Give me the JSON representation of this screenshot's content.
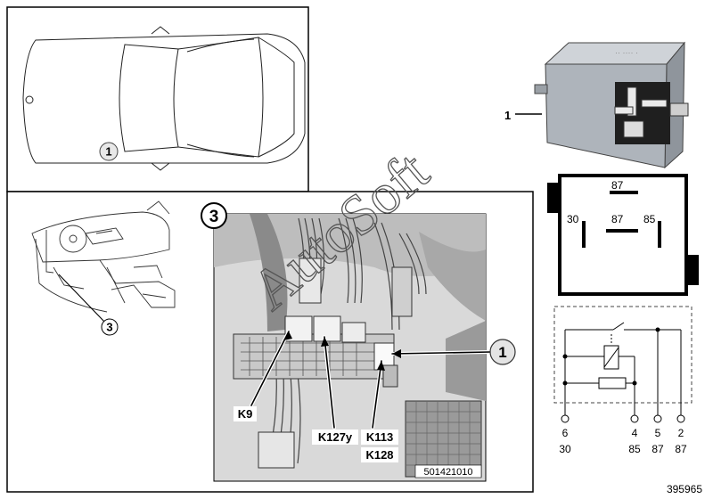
{
  "panels": {
    "car_top_view": {
      "callout": "1"
    },
    "location_view": {
      "callout": "3"
    },
    "detail_view": {
      "panel_number": "3",
      "callout": "1",
      "labels": [
        "K9",
        "K127y",
        "K113",
        "K128"
      ],
      "photo_number": "501421010"
    }
  },
  "part": {
    "callout": "1"
  },
  "relay_pins": {
    "top": "87",
    "center": "87",
    "left": "30",
    "right": "85"
  },
  "schematic": {
    "terminals": [
      {
        "number": "6",
        "designation": "30"
      },
      {
        "number": "4",
        "designation": "85"
      },
      {
        "number": "5",
        "designation": "87"
      },
      {
        "number": "2",
        "designation": "87"
      }
    ]
  },
  "watermark": "AutoSoft",
  "diagram_number": "395965"
}
